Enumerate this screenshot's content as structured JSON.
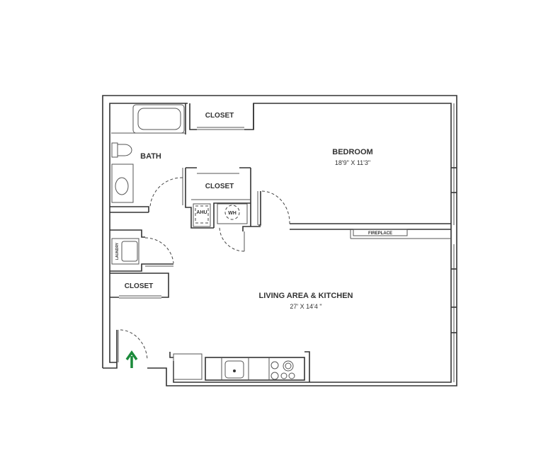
{
  "rooms": {
    "closet_top": "CLOSET",
    "bath": "BATH",
    "bedroom": "BEDROOM",
    "bedroom_dims": "18'9\" X 11'3\"",
    "closet_middle": "CLOSET",
    "ahu": "AHU",
    "wh": "WH",
    "laundry": "LAUNDRY",
    "closet_bottom": "CLOSET",
    "fireplace": "FIREPLACE",
    "living": "LIVING AREA & KITCHEN",
    "living_dims": "27' X 14'4 \""
  },
  "colors": {
    "wall": "#333333",
    "entry_arrow": "#1a8a3a"
  },
  "icons": {
    "entry": "arrow-up-icon"
  }
}
